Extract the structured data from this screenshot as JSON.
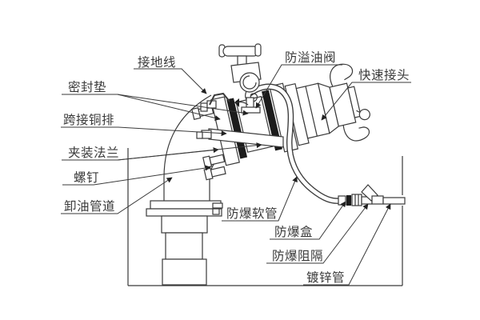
{
  "diagram": {
    "type": "technical-line-drawing",
    "background": "#ffffff",
    "line_color": "#3a3a3a",
    "text_color": "#3a3a3a",
    "gasket_color": "#1c1c1c",
    "labels": {
      "grounding_wire": "接地线",
      "sealing_gasket": "密封垫",
      "bridging_copper_bar": "跨接铜排",
      "clamp_flange": "夹装法兰",
      "screw": "螺钉",
      "oil_unloading_pipe": "卸油管道",
      "anti_overflow_valve": "防溢油阀",
      "quick_coupler": "快速接头",
      "explosion_proof_hose": "防爆软管",
      "explosion_proof_box": "防爆盒",
      "explosion_proof_barrier": "防爆阻隔",
      "galvanized_pipe": "镀锌管"
    }
  }
}
